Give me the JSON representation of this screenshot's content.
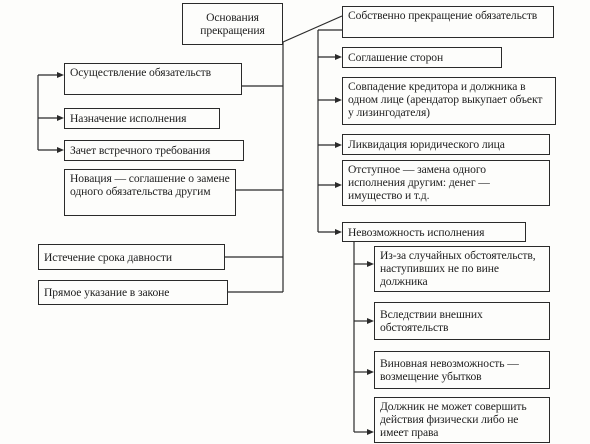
{
  "diagram": {
    "root": "Основания прекращения",
    "right": [
      "Собственно прекращение обязательств",
      "Соглашение сторон",
      "Совпадение кредитора и должника в одном лице (арендатор выкупает объект у лизингодателя)",
      "Ликвидация юридического лица",
      "Отступное — замена одного исполнения другим: денег — имущество и т.д.",
      "Невозможность исполнения"
    ],
    "impossibility": [
      "Из-за случайных обстоятельств, наступивших не по вине должника",
      "Вследствии внешних обстоятельств",
      "Виновная невозможность — возмещение убытков",
      "Должник не может совершить действия физически либо не имеет права"
    ],
    "left": {
      "performance": "Осуществление обязательств",
      "performance_children": [
        "Назначение исполнения",
        "Зачет встречного требования"
      ],
      "novation": "Новация — соглашение о замене одного обязательства другим",
      "limitation": "Истечение срока давности",
      "law": "Прямое указание в законе"
    }
  }
}
